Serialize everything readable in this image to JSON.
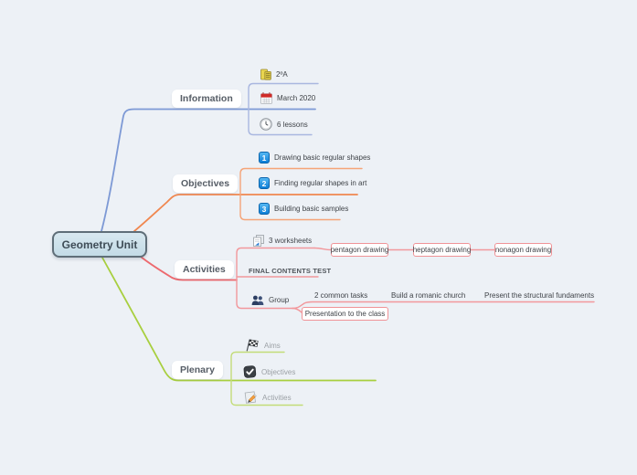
{
  "app": "mind-map-canvas",
  "root": {
    "label": "Geometry Unit"
  },
  "palette": {
    "background": "#edf1f6",
    "root_fill": "#cddfe9",
    "root_border": "#5f6e78",
    "information_branch": "#7d99d5",
    "information_child_line": "#a9b7e0",
    "objectives_branch": "#f0874f",
    "objectives_child_line": "#f5a478",
    "activities_branch": "#ed696e",
    "activities_child_line": "#f2989c",
    "plenary_branch": "#a8cf3f",
    "plenary_child_line": "#c3dc78"
  },
  "branches": {
    "information": {
      "label": "Information",
      "children": {
        "class": {
          "label": "2ºA",
          "icon": "class-card-icon"
        },
        "date": {
          "label": "March 2020",
          "icon": "calendar-icon"
        },
        "lessons": {
          "label": "6 lessons",
          "icon": "clock-icon"
        }
      }
    },
    "objectives": {
      "label": "Objectives",
      "children": {
        "o1": {
          "badge": "1",
          "label": "Drawing basic regular shapes",
          "icon": "number-1-badge"
        },
        "o2": {
          "badge": "2",
          "label": "Finding regular shapes in art",
          "icon": "number-2-badge"
        },
        "o3": {
          "badge": "3",
          "label": "Building basic samples",
          "icon": "number-3-badge"
        }
      }
    },
    "activities": {
      "label": "Activities",
      "children": {
        "worksheets": {
          "label": "3 worksheets",
          "icon": "copy-pages-icon"
        },
        "pentagon": {
          "label": "pentagon drawing"
        },
        "heptagon": {
          "label": "heptagon drawing"
        },
        "nonagon": {
          "label": "nonagon drawing"
        },
        "final_test": {
          "label": "FINAL CONTENTS TEST"
        },
        "group": {
          "label": "Group",
          "icon": "group-people-icon"
        },
        "common_tasks": {
          "label": "2 common tasks"
        },
        "church": {
          "label": "Build a romanic church"
        },
        "present": {
          "label": "Present the structural fundaments"
        },
        "presentation": {
          "label": "Presentation to the class"
        }
      }
    },
    "plenary": {
      "label": "Plenary",
      "children": {
        "aims": {
          "label": "Aims",
          "icon": "checkered-flag-icon"
        },
        "objectives": {
          "label": "Objectives",
          "icon": "check-badge-icon"
        },
        "activities": {
          "label": "Activities",
          "icon": "pencil-sheet-icon"
        }
      }
    }
  }
}
